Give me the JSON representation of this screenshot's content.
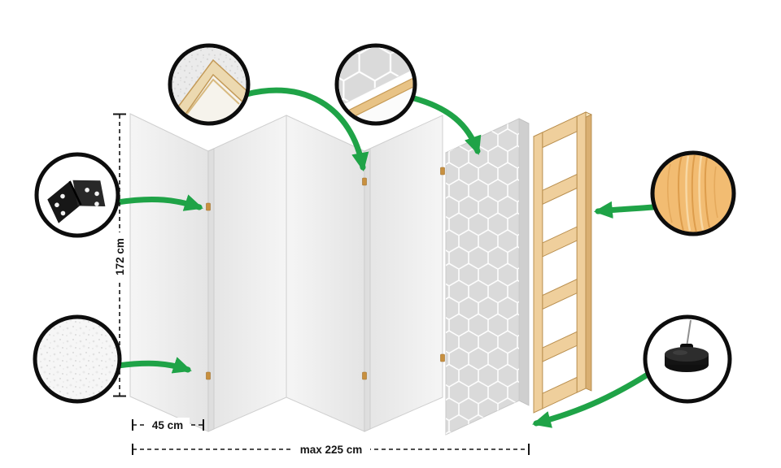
{
  "diagram": {
    "type": "product-construction-diagram",
    "subject": "five-panel folding room divider with detail callouts",
    "labels": {
      "height": "172 cm",
      "panel_width": "45 cm",
      "total_width": "max 225 cm"
    },
    "colors": {
      "background": "#ffffff",
      "arrow_green": "#1FA347",
      "outline_black": "#0D0D0D",
      "panel_light": "#F5F5F5",
      "panel_dark": "#E4E4E4",
      "pattern_panel_gray": "#DADADA",
      "pattern_lines": "#FFFFFF",
      "wood_frame": "#EFCF9C",
      "wood_edge": "#B98F4F",
      "pine_circle": "#F2BC72",
      "hinge_tan": "#C8903F",
      "dimension_text": "#151515"
    },
    "callouts": [
      {
        "name": "frame-corner-detail",
        "position": "top-left"
      },
      {
        "name": "panel-edge-pattern-detail",
        "position": "top-center"
      },
      {
        "name": "hinge-detail",
        "position": "left"
      },
      {
        "name": "fleece-texture-detail",
        "position": "bottom-left"
      },
      {
        "name": "pine-wood-detail",
        "position": "right"
      },
      {
        "name": "foot-pad-detail",
        "position": "bottom-right"
      }
    ],
    "parts": [
      "panel-1",
      "panel-2",
      "panel-3",
      "panel-4",
      "pattern-panel",
      "wood-frame"
    ]
  }
}
